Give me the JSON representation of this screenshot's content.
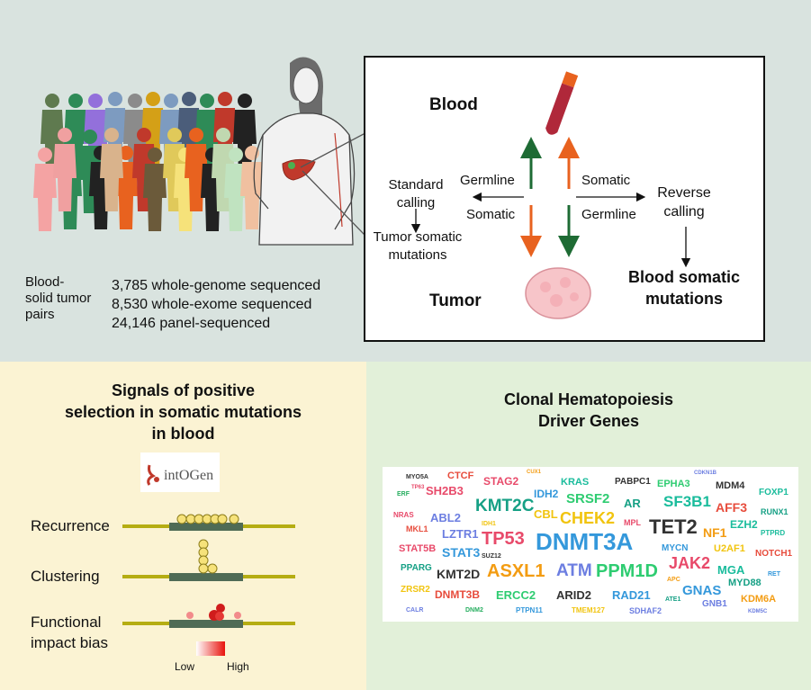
{
  "top": {
    "pairs_label": "Blood-\nsolid tumor\npairs",
    "counts": [
      "3,785 whole-genome sequenced",
      "8,530 whole-exome sequenced",
      "24,146 panel-sequenced"
    ],
    "blood": "Blood",
    "tumor": "Tumor",
    "germline_left": "Germline",
    "somatic_left": "Somatic",
    "somatic_right": "Somatic",
    "germline_right": "Germline",
    "standard_calling": "Standard\ncalling",
    "tumor_somatic": "Tumor somatic\nmutations",
    "reverse_calling": "Reverse\ncalling",
    "blood_somatic": "Blood somatic\nmutations"
  },
  "left": {
    "title": "Signals of positive\nselection in somatic mutations\nin blood",
    "logo_text": "intOGen",
    "rows": [
      "Recurrence",
      "Clustering",
      "Functional\nimpact bias"
    ],
    "legend_low": "Low",
    "legend_high": "High"
  },
  "right": {
    "title": "Clonal Hematopoiesis\nDriver Genes",
    "genes": [
      {
        "t": "MYO5A",
        "c": "#333333"
      },
      {
        "t": "TP63",
        "c": "#e84a6a"
      },
      {
        "t": "ERF",
        "c": "#27ae60"
      },
      {
        "t": "CTCF",
        "c": "#e74c3c"
      },
      {
        "t": "SH2B3",
        "c": "#e84a6a"
      },
      {
        "t": "STAG2",
        "c": "#e84a6a"
      },
      {
        "t": "CUX1",
        "c": "#f39c12"
      },
      {
        "t": "KRAS",
        "c": "#1abc9c"
      },
      {
        "t": "IDH2",
        "c": "#3498db"
      },
      {
        "t": "PABPC1",
        "c": "#333333"
      },
      {
        "t": "EPHA3",
        "c": "#2ecc71"
      },
      {
        "t": "CDKN1B",
        "c": "#6c7ee1"
      },
      {
        "t": "MDM4",
        "c": "#333333"
      },
      {
        "t": "FOXP1",
        "c": "#1abc9c"
      },
      {
        "t": "KMT2C",
        "c": "#16a085"
      },
      {
        "t": "SRSF2",
        "c": "#2ecc71"
      },
      {
        "t": "AR",
        "c": "#16a085"
      },
      {
        "t": "SF3B1",
        "c": "#1abc9c"
      },
      {
        "t": "AFF3",
        "c": "#e74c3c"
      },
      {
        "t": "RUNX1",
        "c": "#16a085"
      },
      {
        "t": "NRAS",
        "c": "#e84a6a"
      },
      {
        "t": "ABL2",
        "c": "#6c7ee1"
      },
      {
        "t": "CBL",
        "c": "#f1c40f"
      },
      {
        "t": "CHEK2",
        "c": "#f1c40f"
      },
      {
        "t": "MKL1",
        "c": "#e74c3c"
      },
      {
        "t": "LZTR1",
        "c": "#6c7ee1"
      },
      {
        "t": "IDH1",
        "c": "#f1c40f"
      },
      {
        "t": "MPL",
        "c": "#e84a6a"
      },
      {
        "t": "TET2",
        "c": "#333333"
      },
      {
        "t": "NF1",
        "c": "#f39c12"
      },
      {
        "t": "EZH2",
        "c": "#1abc9c"
      },
      {
        "t": "PTPRD",
        "c": "#1abc9c"
      },
      {
        "t": "TP53",
        "c": "#e84a6a"
      },
      {
        "t": "DNMT3A",
        "c": "#3498db"
      },
      {
        "t": "STAT5B",
        "c": "#e84a6a"
      },
      {
        "t": "STAT3",
        "c": "#3498db"
      },
      {
        "t": "SUZ12",
        "c": "#333333"
      },
      {
        "t": "MYCN",
        "c": "#3498db"
      },
      {
        "t": "U2AF1",
        "c": "#f1c40f"
      },
      {
        "t": "NOTCH1",
        "c": "#e74c3c"
      },
      {
        "t": "JAK2",
        "c": "#e84a6a"
      },
      {
        "t": "PPARG",
        "c": "#16a085"
      },
      {
        "t": "KMT2D",
        "c": "#333333"
      },
      {
        "t": "ASXL1",
        "c": "#f39c12"
      },
      {
        "t": "ATM",
        "c": "#6c7ee1"
      },
      {
        "t": "PPM1D",
        "c": "#2ecc71"
      },
      {
        "t": "MGA",
        "c": "#1abc9c"
      },
      {
        "t": "RET",
        "c": "#3498db"
      },
      {
        "t": "APC",
        "c": "#f39c12"
      },
      {
        "t": "MYD88",
        "c": "#16a085"
      },
      {
        "t": "ZRSR2",
        "c": "#f1c40f"
      },
      {
        "t": "DNMT3B",
        "c": "#e74c3c"
      },
      {
        "t": "ERCC2",
        "c": "#2ecc71"
      },
      {
        "t": "ARID2",
        "c": "#333333"
      },
      {
        "t": "RAD21",
        "c": "#3498db"
      },
      {
        "t": "GNAS",
        "c": "#3498db"
      },
      {
        "t": "KDM6A",
        "c": "#f39c12"
      },
      {
        "t": "ATE1",
        "c": "#16a085"
      },
      {
        "t": "GNB1",
        "c": "#6c7ee1"
      },
      {
        "t": "CALR",
        "c": "#6c7ee1"
      },
      {
        "t": "DNM2",
        "c": "#27ae60"
      },
      {
        "t": "PTPN11",
        "c": "#3498db"
      },
      {
        "t": "TMEM127",
        "c": "#f1c40f"
      },
      {
        "t": "SDHAF2",
        "c": "#6c7ee1"
      },
      {
        "t": "KDM5C",
        "c": "#6c7ee1"
      }
    ]
  }
}
